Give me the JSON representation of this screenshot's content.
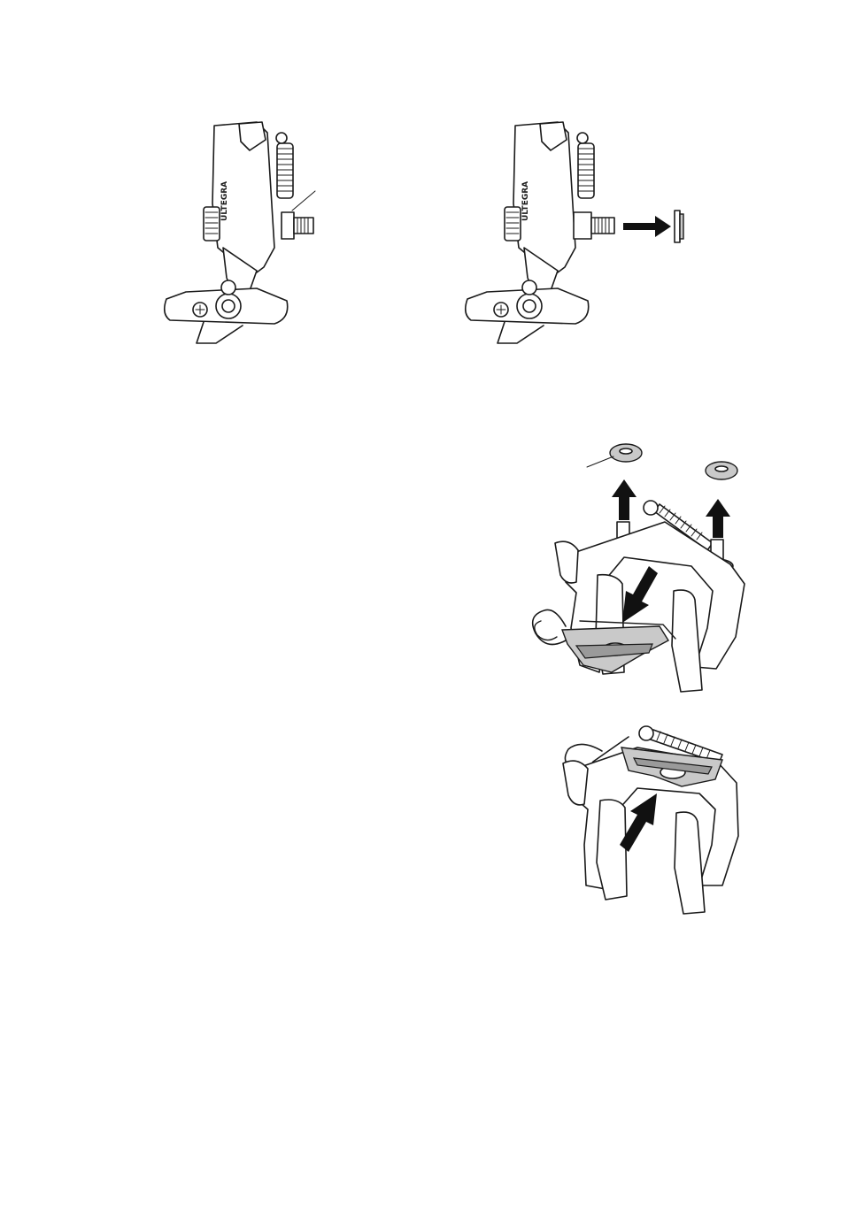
{
  "diagram": {
    "steps": [
      {
        "id": "side-view-installed",
        "parts": [
          "caliper-arm",
          "return-spring",
          "mounting-bolt",
          "washer",
          "cable-lever"
        ]
      },
      {
        "id": "side-view-washer-removed",
        "parts": [
          "caliper-arm",
          "return-spring",
          "mounting-bolt",
          "washer",
          "removal-arrow"
        ]
      },
      {
        "id": "caliper-washers-removed",
        "parts": [
          "left-washer",
          "right-washer",
          "up-arrows",
          "bridge-plate",
          "retaining-clip",
          "down-arrow"
        ]
      },
      {
        "id": "caliper-plate-installed",
        "parts": [
          "bridge-plate",
          "retaining-clip",
          "insert-arrow"
        ]
      }
    ],
    "colors": {
      "ink": "#1a1a1a",
      "part_fill": "#c9c9c9",
      "arrow": "#111111"
    }
  }
}
